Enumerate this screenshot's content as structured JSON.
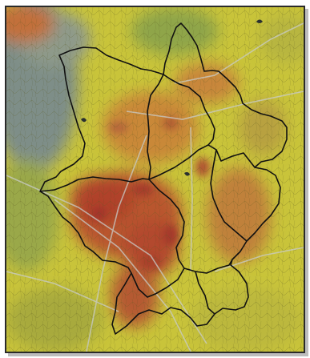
{
  "map": {
    "colors": {
      "base_yellow": "#c9c43a",
      "olive": "#a9ae3c",
      "orange": "#c9802e",
      "red": "#b3452d",
      "urban_gray": "#7f8f86",
      "boundary": "#111111",
      "frame": "#2a2a2a"
    },
    "icons": [
      "watershed-boundary-lines",
      "soil-polygon-texture",
      "road-lines"
    ]
  }
}
